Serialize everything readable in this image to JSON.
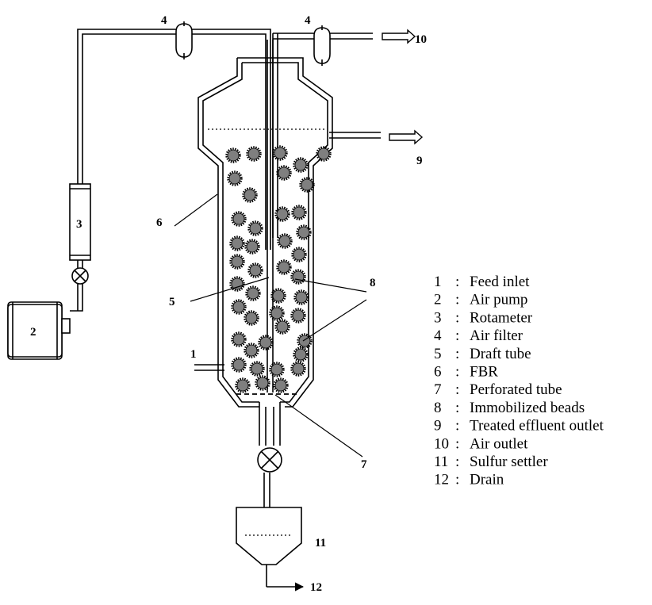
{
  "callouts": {
    "c1": "1",
    "c2": "2",
    "c3": "3",
    "c4a": "4",
    "c4b": "4",
    "c5": "5",
    "c6": "6",
    "c7": "7",
    "c8": "8",
    "c9": "9",
    "c10": "10",
    "c11": "11",
    "c12": "12"
  },
  "legend": [
    {
      "num": "1",
      "sep": ":",
      "label": "Feed inlet"
    },
    {
      "num": "2",
      "sep": ":",
      "label": "Air pump"
    },
    {
      "num": "3",
      "sep": ":",
      "label": "Rotameter"
    },
    {
      "num": "4",
      "sep": ":",
      "label": "Air filter"
    },
    {
      "num": "5",
      "sep": ":",
      "label": "Draft tube"
    },
    {
      "num": "6",
      "sep": ":",
      "label": "FBR"
    },
    {
      "num": "7",
      "sep": ":",
      "label": "Perforated tube"
    },
    {
      "num": "8",
      "sep": ":",
      "label": "Immobilized beads"
    },
    {
      "num": "9",
      "sep": ":",
      "label": "Treated effluent outlet"
    },
    {
      "num": "10",
      "sep": ":",
      "label": "Air outlet"
    },
    {
      "num": "11",
      "sep": ":",
      "label": "Sulfur settler"
    },
    {
      "num": "12",
      "sep": ":",
      "label": "Drain"
    }
  ],
  "colors": {
    "line": "#000000",
    "bead_fill": "#7f7f7f",
    "background": "#ffffff"
  },
  "icons": {
    "pump": "air-pump-icon",
    "rotameter": "rotameter-icon",
    "valve": "valve-icon",
    "filter": "air-filter-icon",
    "arrow": "outlet-arrow-icon"
  }
}
